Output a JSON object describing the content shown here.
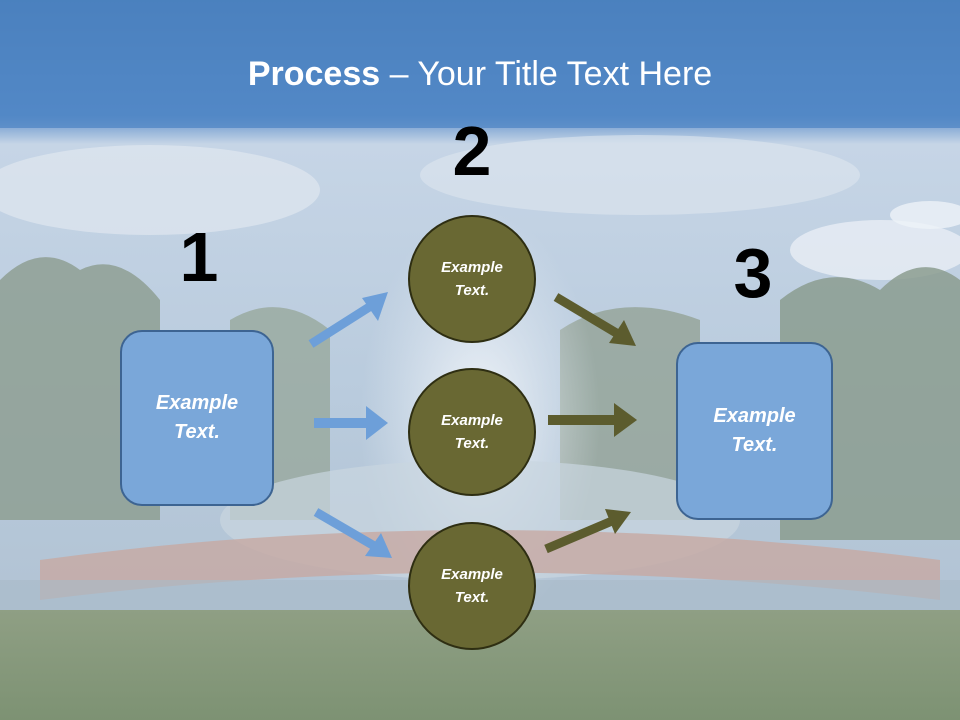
{
  "title": {
    "bold": "Process",
    "rest": " – Your Title Text Here"
  },
  "steps": [
    "1",
    "2",
    "3"
  ],
  "source_box": {
    "text": "Example\nText."
  },
  "circles": [
    {
      "text": "Example\nText."
    },
    {
      "text": "Example\nText."
    },
    {
      "text": "Example\nText."
    }
  ],
  "target_box": {
    "text": "Example\nText."
  },
  "colors": {
    "title_bar": "#5189c8",
    "box_fill": "#7aa7d9",
    "box_border": "#3d6492",
    "circle_fill": "#696833",
    "circle_border": "#2e2e12",
    "arrow_blue": "#6d9fd9",
    "arrow_olive": "#5c5c2e"
  }
}
